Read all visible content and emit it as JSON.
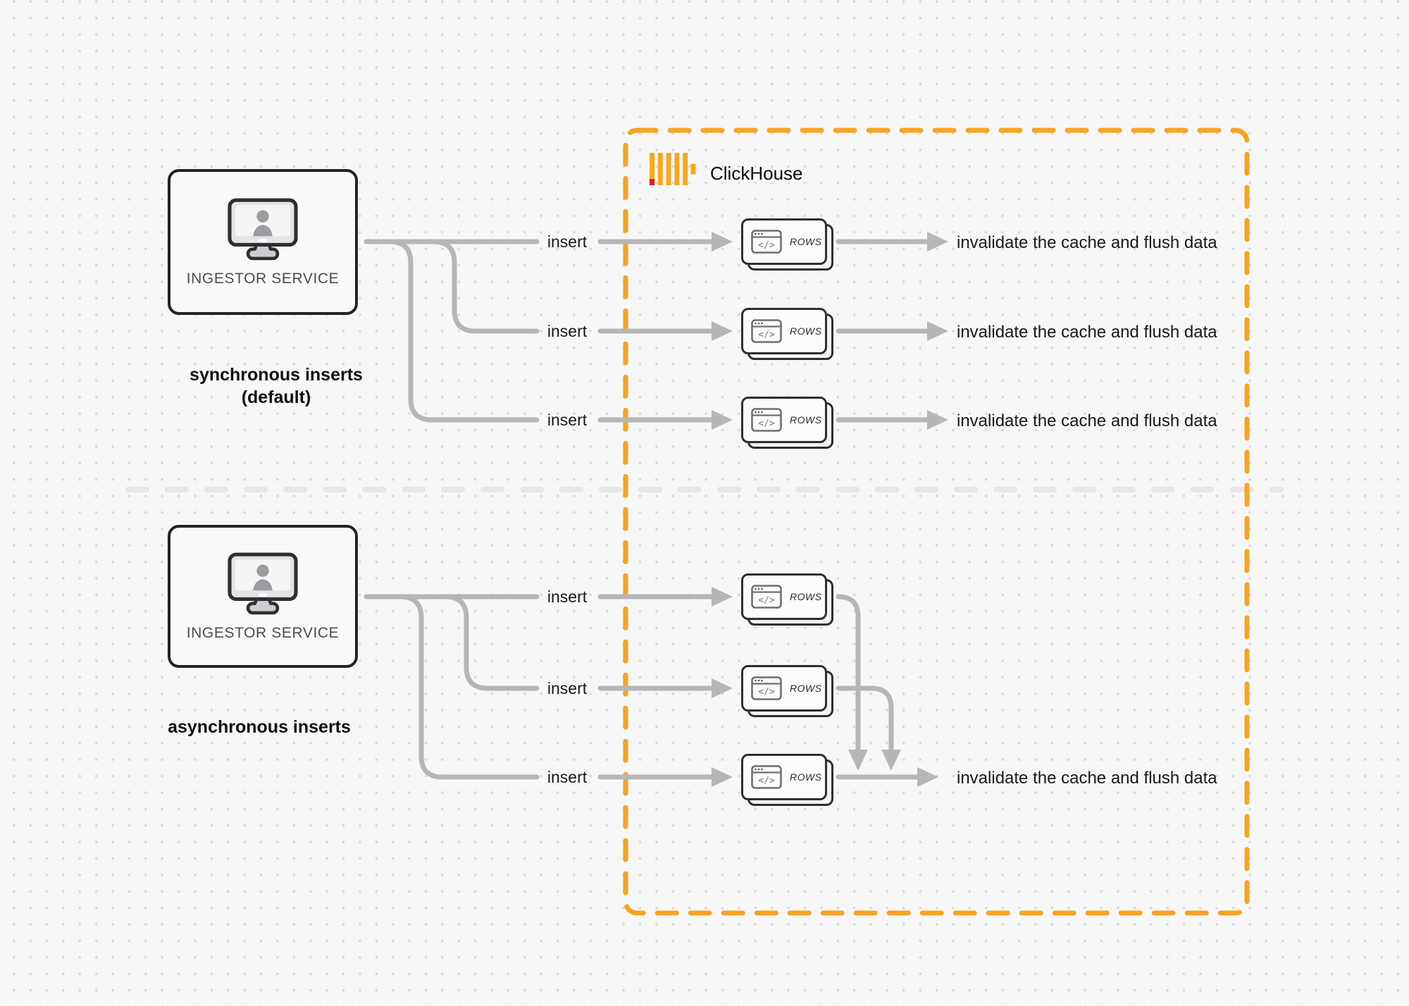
{
  "theme": {
    "bg": "#f7f7f8",
    "dot": "#d8d8dc",
    "wire": "#b6b6b9",
    "accent_orange": "#f7a425",
    "logo_yellow": "#f8a81e",
    "logo_red": "#e11d1d",
    "box_border": "#232327",
    "box_fill": "#f9f9f9",
    "card_border": "#2e2e32",
    "divider": "#e6e6e9",
    "text_dark": "#18181b",
    "text_muted": "#4a4a50"
  },
  "clickhouse": {
    "title": "ClickHouse"
  },
  "labels": {
    "insert": "insert",
    "invalidate": "invalidate the cache and flush data",
    "ingestor": "INGESTOR SERVICE",
    "rows": "ROWS"
  },
  "sections": {
    "sync": {
      "label": "synchronous inserts (default)"
    },
    "async": {
      "label": "asynchronous inserts"
    }
  }
}
